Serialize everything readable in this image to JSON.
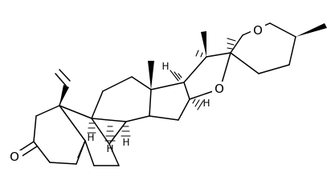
{
  "molecule": {
    "atoms": {
      "o_ketone": "O",
      "o_ring_furan": "O",
      "o_ring_pyran": "O",
      "h_c8": "H",
      "h_c9": "H",
      "h_c14": "H",
      "h_c16": "H",
      "h_c17": "H"
    }
  }
}
